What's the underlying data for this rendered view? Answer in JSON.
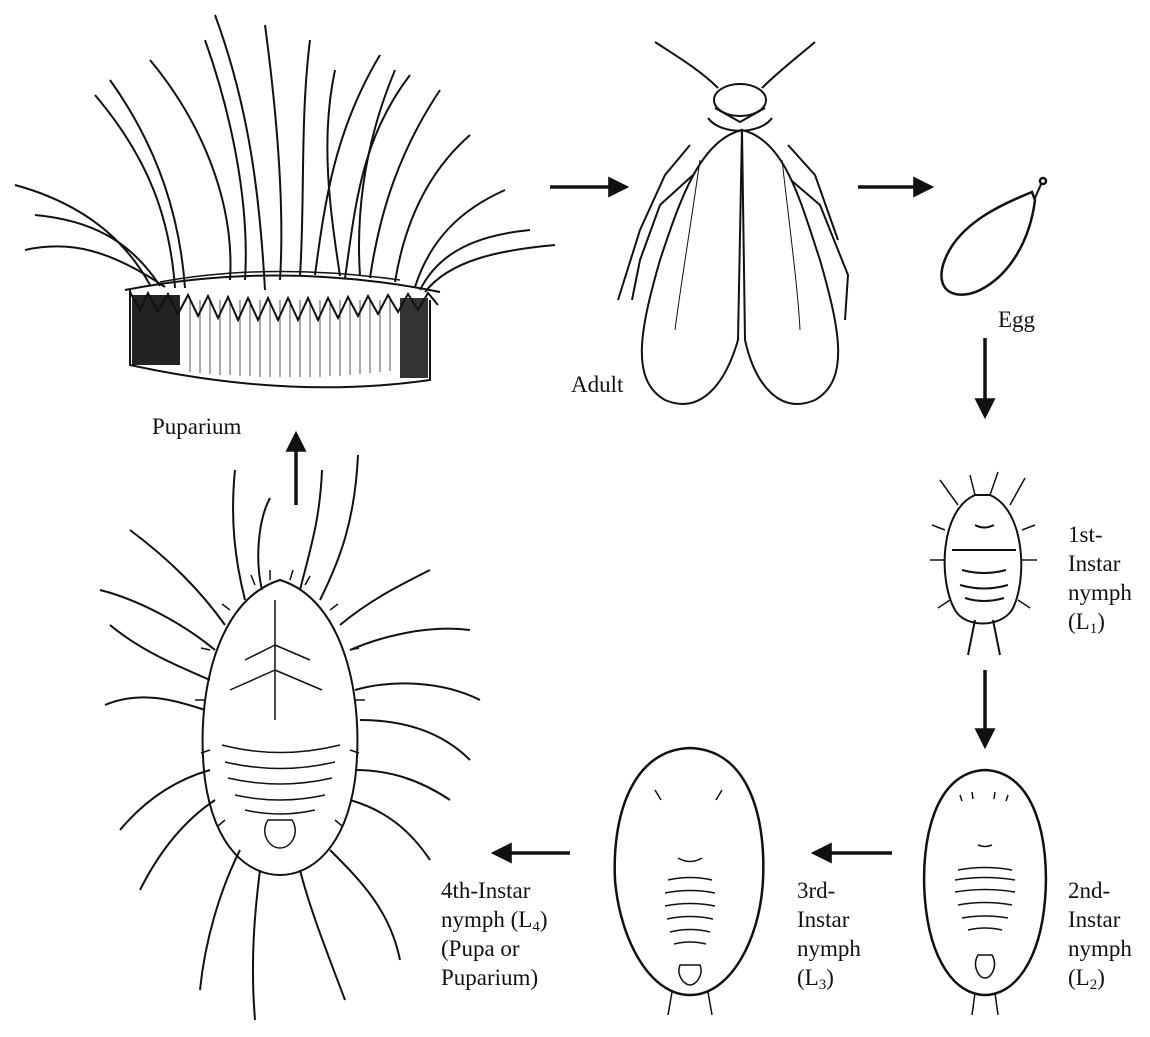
{
  "labels": {
    "puparium": "Puparium",
    "adult": "Adult",
    "egg": "Egg",
    "l1": {
      "line1": "1st-",
      "line2": "Instar",
      "line3": "nymph",
      "open": "(L",
      "sub": "1",
      "close": ")"
    },
    "l2": {
      "line1": "2nd-",
      "line2": "Instar",
      "line3": "nymph",
      "open": "(L",
      "sub": "2",
      "close": ")"
    },
    "l3": {
      "line1": "3rd-",
      "line2": "Instar",
      "line3": "nymph",
      "open": "(L",
      "sub": "3",
      "close": ")"
    },
    "l4": {
      "line1": "4th-Instar",
      "line2a": "nymph (L",
      "sub": "4",
      "line2b": ")",
      "line3": "(Pupa or",
      "line4": "Puparium)"
    }
  },
  "colors": {
    "ink": "#111111",
    "paper": "#ffffff"
  },
  "icons": [
    "puparium-drawing",
    "adult-whitefly-drawing",
    "egg-drawing",
    "nymph-l1-drawing",
    "nymph-l2-drawing",
    "nymph-l3-drawing",
    "nymph-l4-drawing",
    "arrow-icon"
  ]
}
